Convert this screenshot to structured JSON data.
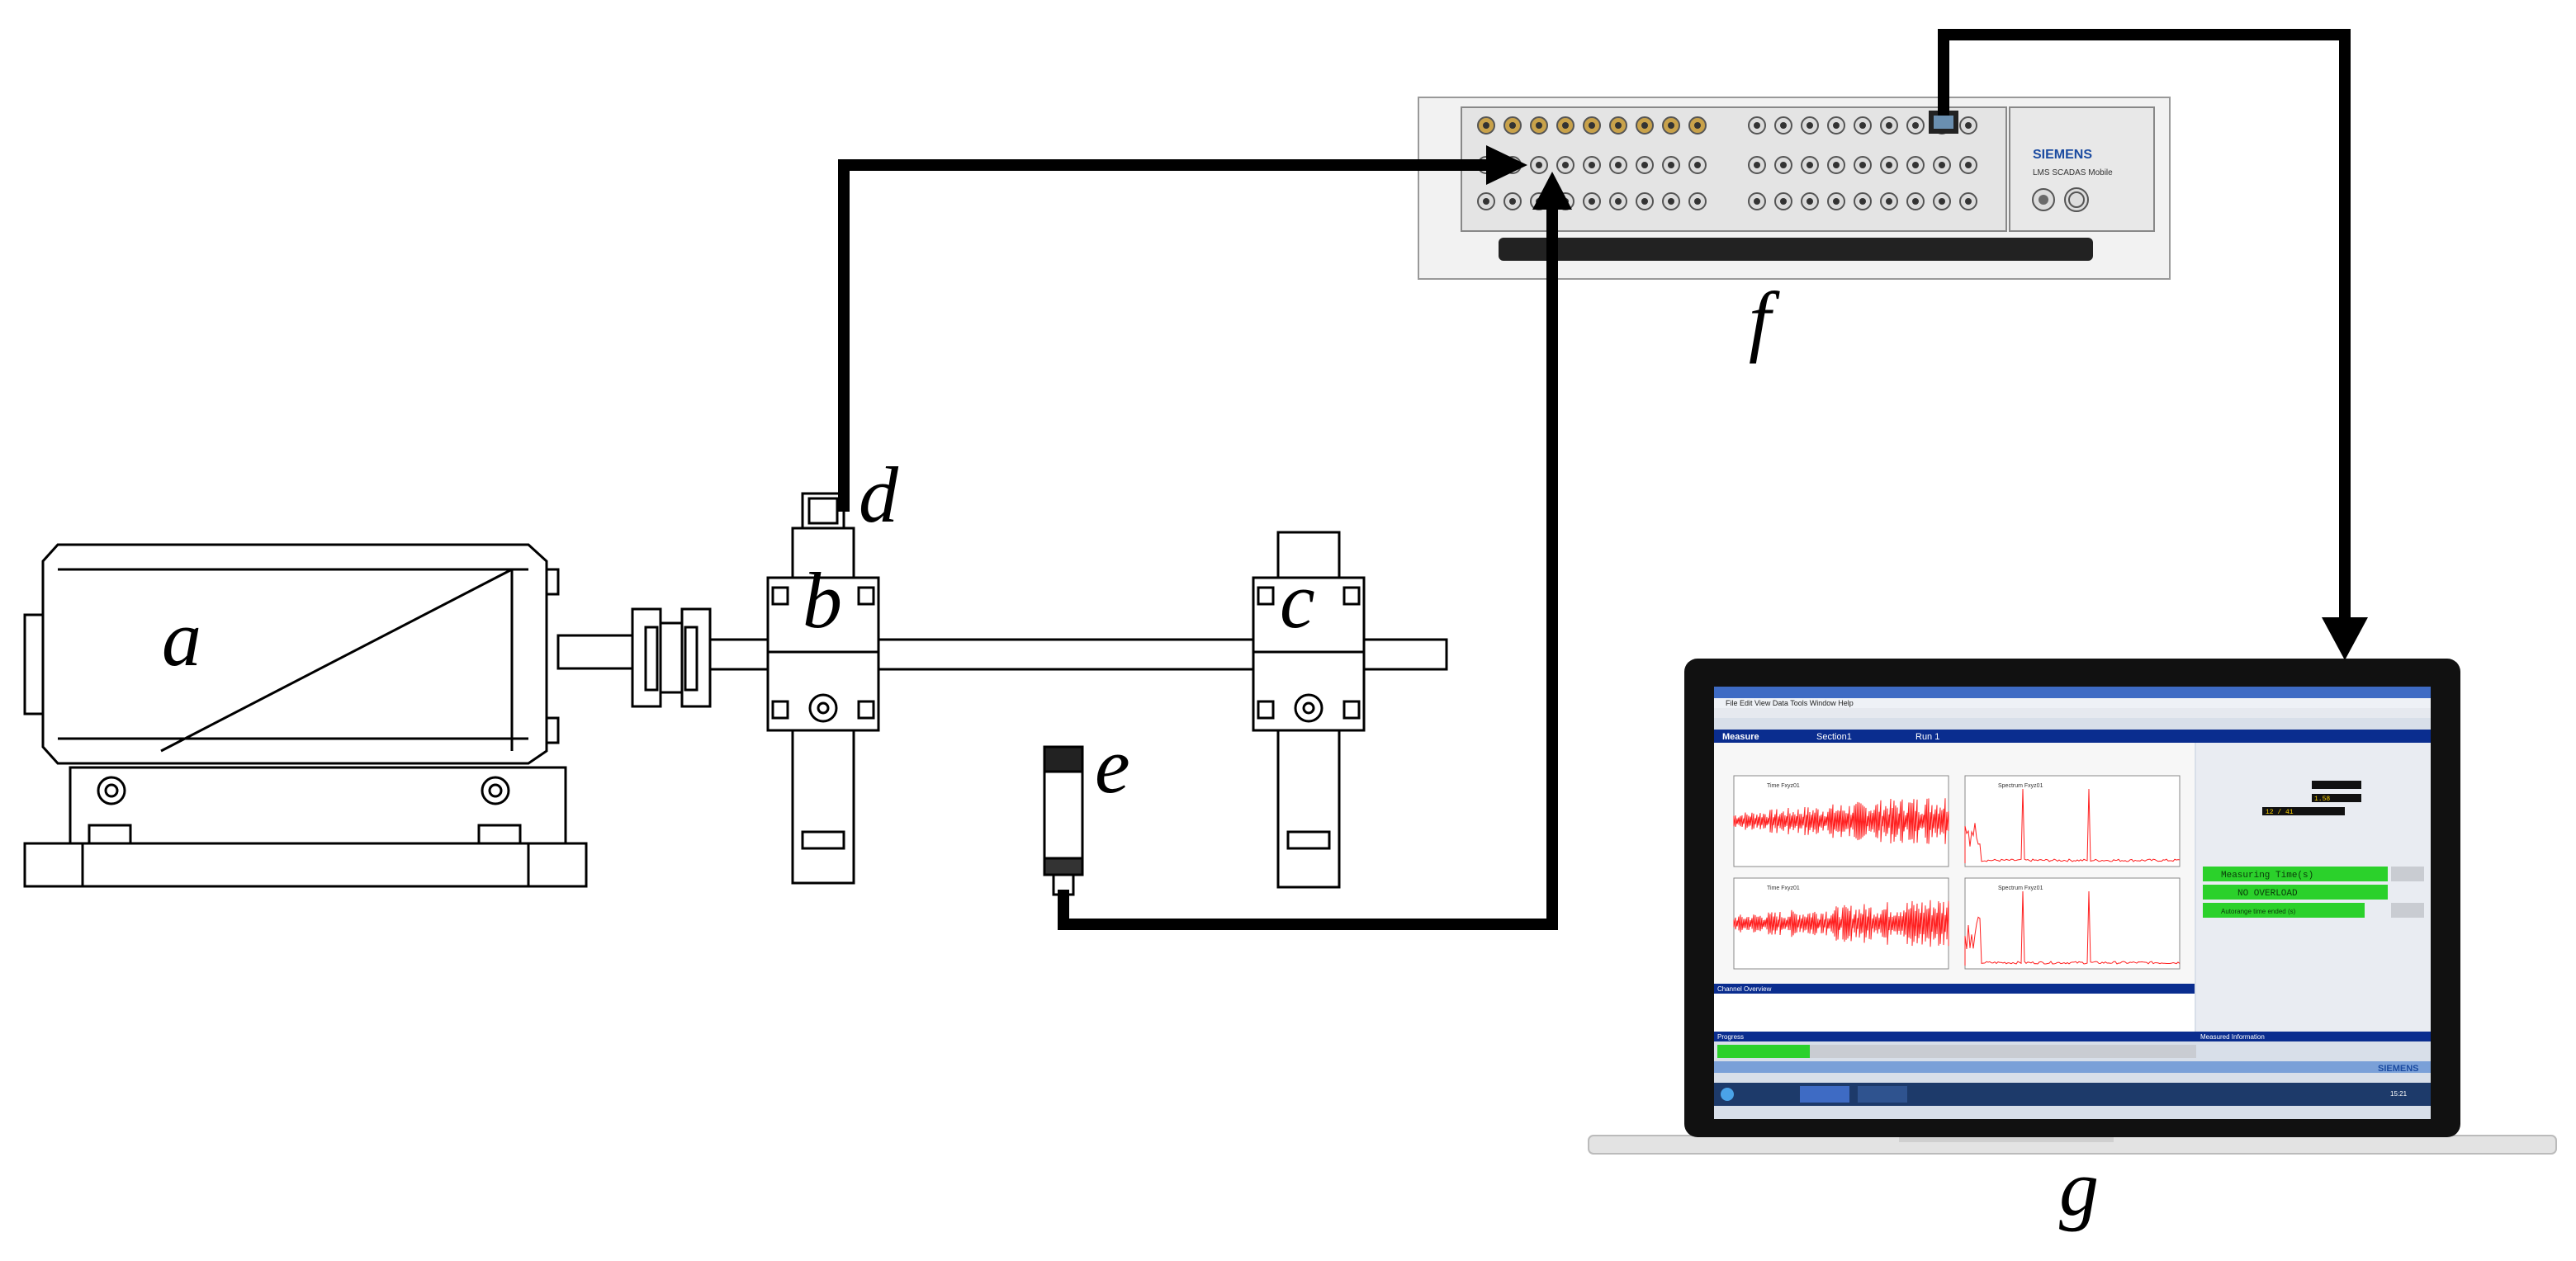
{
  "labels": {
    "a": "a",
    "b": "b",
    "c": "c",
    "d": "d",
    "e": "e",
    "f": "f",
    "g": "g"
  },
  "daq": {
    "brand": "SIEMENS",
    "model": "LMS SCADAS Mobile"
  },
  "laptop_screen": {
    "menu": "File  Edit  View  Data  Tools  Window  Help",
    "header_left": "Measure",
    "header_section": "Section1",
    "header_run": "Run 1",
    "status_1": "Measuring Time(s)",
    "status_2": "NO OVERLOAD",
    "status_3": "Autorange time ended (s)",
    "plot_labels": [
      "Time Fxyz01",
      "Spectrum Fxyz01",
      "Time Fxyz01",
      "Spectrum Fxyz01"
    ],
    "panel_channel": "Channel Overview",
    "panel_progress": "Progress",
    "panel_info": "Measured Information",
    "footer_brand": "SIEMENS",
    "taskbar_clock": "15:21",
    "time_elapsed": "1.58",
    "acq_done": "12 / 41"
  },
  "colors": {
    "line": "#000000",
    "signal": "#ff2020",
    "status_green": "#2bd12b",
    "ui_blue": "#0a2d8f",
    "screen_bg": "#d8dfe9"
  }
}
